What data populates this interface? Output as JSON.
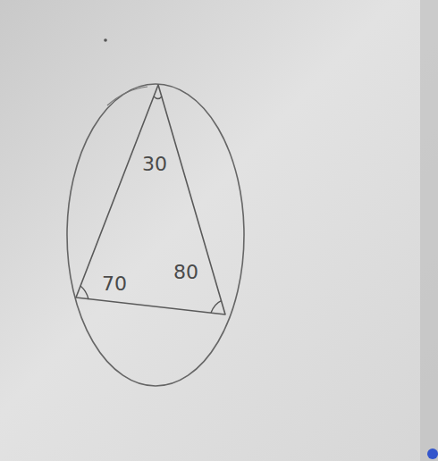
{
  "diagram": {
    "labels": [
      "30",
      "70",
      "80"
    ]
  }
}
